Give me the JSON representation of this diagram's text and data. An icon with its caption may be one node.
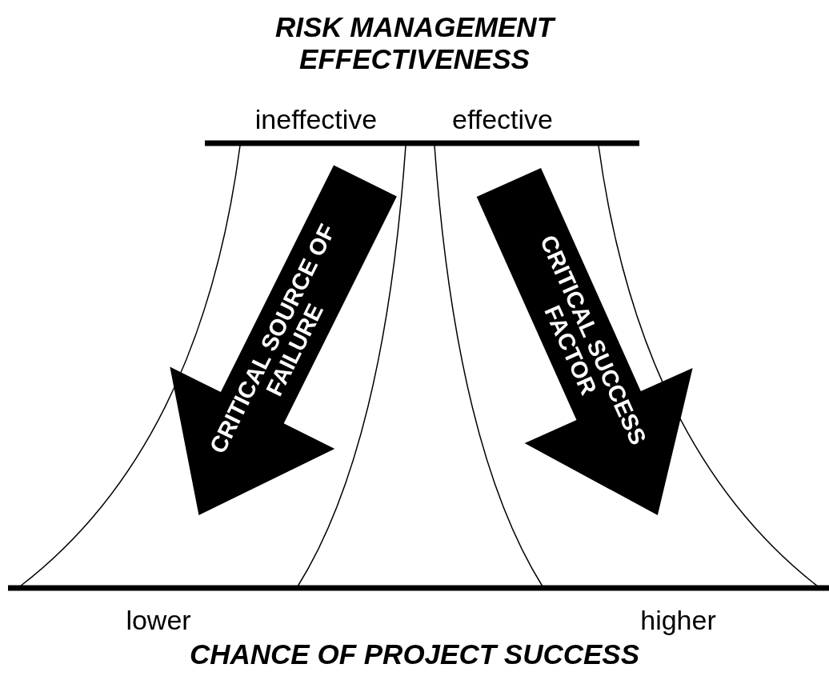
{
  "diagram": {
    "title": "RISK MANAGEMENT EFFECTIVENESS",
    "nodes": [
      {
        "text": [
          "CRITICAL SOURCE OF FAILURE"
        ]
      },
      {
        "text": [
          "CRITICAL SUCCESS FACTOR"
        ]
      }
    ],
    "labels": [
      "ineffective",
      "effective",
      "lower",
      "higher",
      "CHANCE OF PROJECT SUCCESS"
    ]
  }
}
